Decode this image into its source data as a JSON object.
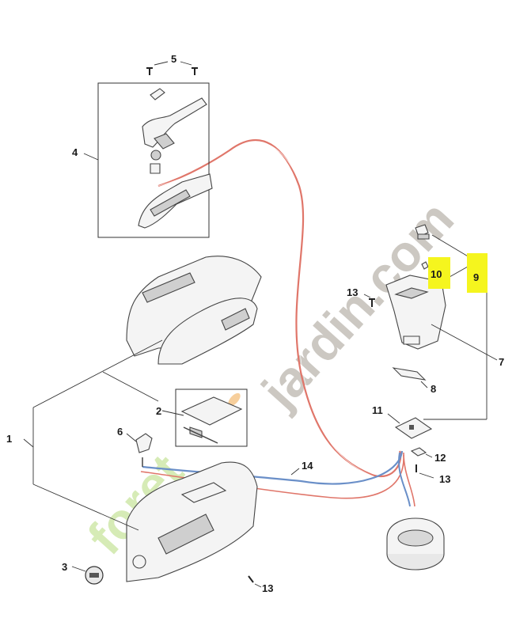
{
  "diagram": {
    "callouts": [
      {
        "id": "c1",
        "text": "1"
      },
      {
        "id": "c2",
        "text": "2"
      },
      {
        "id": "c3",
        "text": "3"
      },
      {
        "id": "c4",
        "text": "4"
      },
      {
        "id": "c5",
        "text": "5"
      },
      {
        "id": "c6",
        "text": "6"
      },
      {
        "id": "c7",
        "text": "7"
      },
      {
        "id": "c8",
        "text": "8"
      },
      {
        "id": "c9",
        "text": "9"
      },
      {
        "id": "c10",
        "text": "10"
      },
      {
        "id": "c11",
        "text": "11"
      },
      {
        "id": "c12",
        "text": "12"
      },
      {
        "id": "c13a",
        "text": "13"
      },
      {
        "id": "c13b",
        "text": "13"
      },
      {
        "id": "c13c",
        "text": "13"
      },
      {
        "id": "c14",
        "text": "14"
      }
    ],
    "highlighted_callouts": [
      "9",
      "10"
    ],
    "highlight_color": "#f5f51e"
  },
  "watermark": {
    "text_green": "foret",
    "text_gray": "jardin.com",
    "text_green_suffix": "",
    "colors": {
      "green": "#a6d35f",
      "gray": "#8f8779",
      "orange": "#f0a03a"
    }
  },
  "colors": {
    "cable_red": "#e0766a",
    "cable_blue": "#6a8fc8",
    "line": "#333333"
  }
}
